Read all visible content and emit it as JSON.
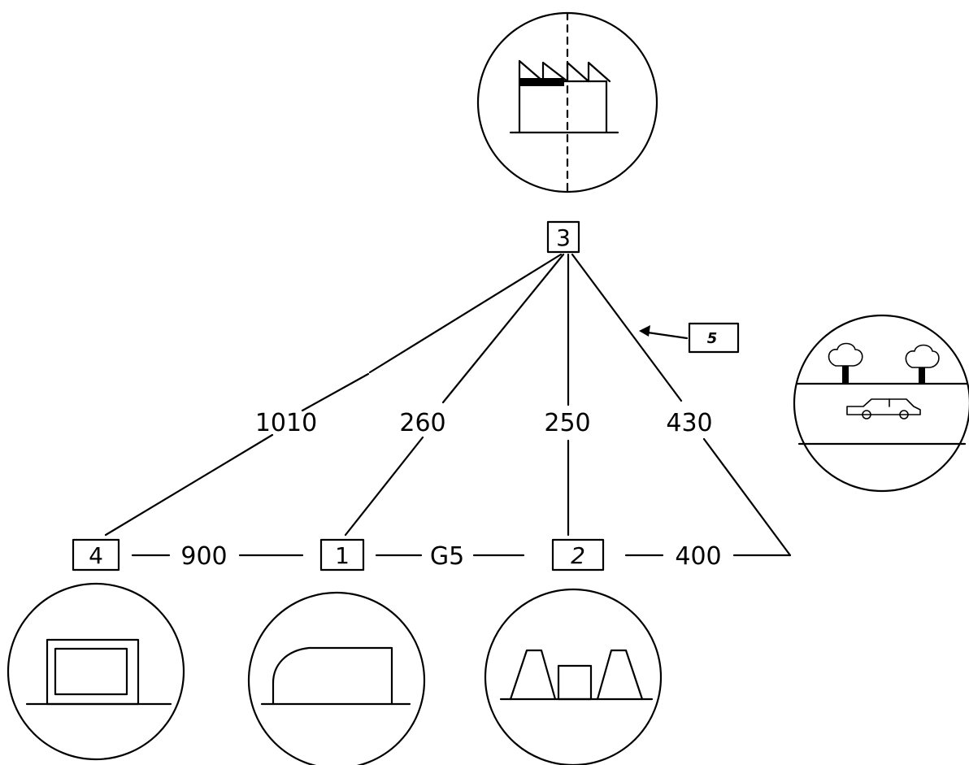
{
  "nodes": [
    {
      "id": "1",
      "label": "1"
    },
    {
      "id": "2",
      "label": "2"
    },
    {
      "id": "3",
      "label": "3"
    },
    {
      "id": "4",
      "label": "4"
    },
    {
      "id": "5",
      "label": "5"
    }
  ],
  "edges": {
    "e_3_4": "1010",
    "e_3_1": "260",
    "e_3_2": "250",
    "e_3_r": "430",
    "e_4_1": "900",
    "e_1_2": "G5",
    "e_2_r": "400"
  },
  "icons": {
    "factory": "factory-icon",
    "road": "road-with-trees-and-car-icon",
    "building4": "building-with-window-icon",
    "hangar": "hangar-icon",
    "towers": "cooling-towers-icon"
  }
}
